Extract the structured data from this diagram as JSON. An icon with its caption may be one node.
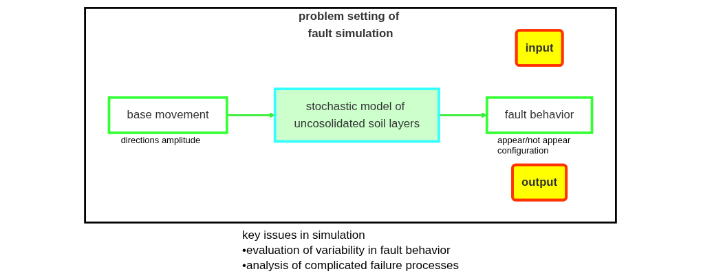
{
  "diagram": {
    "nodes": [
      {
        "text": [
          "problem setting of fault simulation"
        ]
      },
      {
        "text": [
          "input"
        ],
        "in": 0
      },
      {
        "text": [
          "base movement"
        ],
        "in": 0,
        "beside": [
          "directions amplitude"
        ]
      },
      {
        "text": [
          "stochastic model of uncosolidated soil layers"
        ],
        "in": 0
      },
      {
        "text": [
          "output"
        ],
        "in": 0
      },
      {
        "text": [
          "fault behavior"
        ],
        "in": 0,
        "beside": [
          "appear/not appear configuration"
        ]
      }
    ],
    "edges": [
      {
        "from": 2,
        "to": 3,
        "arrow": "to"
      },
      {
        "from": 3,
        "to": 5,
        "arrow": "to"
      }
    ],
    "labels": [
      "key issues in simulation",
      "•evaluation of variability in fault behavior",
      "•analysis of complicated failure processes"
    ]
  }
}
